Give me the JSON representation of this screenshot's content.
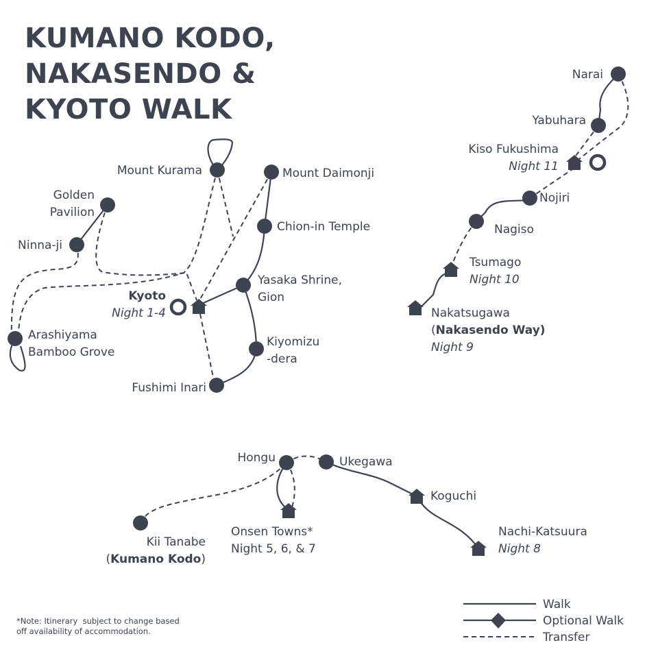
{
  "title": {
    "line1": "KUMANO KODO,",
    "line2": "NAKASENDO &",
    "line3": "KYOTO WALK"
  },
  "kyoto": {
    "mount_kurama": "Mount Kurama",
    "mount_daimonji": "Mount Daimonji",
    "golden_1": "Golden",
    "golden_2": "Pavilion",
    "ninnaji": "Ninna-ji",
    "chionin": "Chion-in Temple",
    "yasaka_1": "Yasaka Shrine,",
    "yasaka_2": "Gion",
    "kyoto": "Kyoto",
    "kyoto_night": "Night 1-4",
    "arashiyama_1": "Arashiyama",
    "arashiyama_2": "Bamboo Grove",
    "kiyomizu_1": "Kiyomizu",
    "kiyomizu_2": "-dera",
    "fushimi": "Fushimi Inari"
  },
  "nakasendo": {
    "narai": "Narai",
    "yabuhara": "Yabuhara",
    "kiso": "Kiso Fukushima",
    "kiso_night": "Night 11",
    "nojiri": "Nojiri",
    "nagiso": "Nagiso",
    "tsumago": "Tsumago",
    "tsumago_night": "Night 10",
    "nakatsugawa": "Nakatsugawa",
    "paren_open": "(",
    "way": "Nakasendo Way)",
    "nakatsugawa_night": "Night 9"
  },
  "kumano": {
    "hongu": "Hongu",
    "ukegawa": "Ukegawa",
    "koguchi": "Koguchi",
    "nachi": "Nachi-Katsuura",
    "nachi_night": "Night 8",
    "onsen": "Onsen Towns*",
    "onsen_night": "Night 5, 6, & 7",
    "kii": "Kii Tanabe",
    "paren_open": "(",
    "kodo": "Kumano Kodo",
    "paren_close": ")"
  },
  "legend": {
    "walk": "Walk",
    "optional": "Optional Walk",
    "transfer": "Transfer"
  },
  "note": {
    "line1": "*Note: Itinerary  subject to change based",
    "line2": "off availability of accommodation."
  },
  "colors": {
    "ink": "#3d4350"
  }
}
